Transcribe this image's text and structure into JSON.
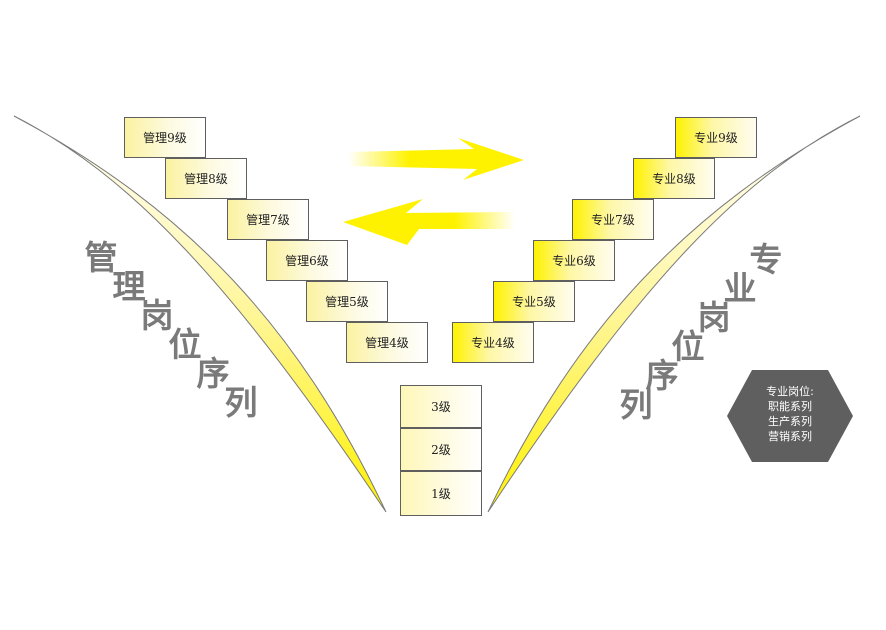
{
  "management_steps": [
    "管理9级",
    "管理8级",
    "管理7级",
    "管理6级",
    "管理5级",
    "管理4级"
  ],
  "professional_steps": [
    "专业9级",
    "专业8级",
    "专业7级",
    "专业6级",
    "专业5级",
    "专业4级"
  ],
  "base_steps": [
    "3级",
    "2级",
    "1级"
  ],
  "management_sequence_label": "管理岗位序列",
  "professional_sequence_label": "专业岗位序列",
  "info_hexagon": {
    "title": "专业岗位:",
    "lines": [
      "职能系列",
      "生产系列",
      "营销系列"
    ]
  },
  "colors": {
    "accent_yellow": "#fff200",
    "sequence_text": "#7a7a7a",
    "hexagon_fill": "#5f5f5f"
  }
}
